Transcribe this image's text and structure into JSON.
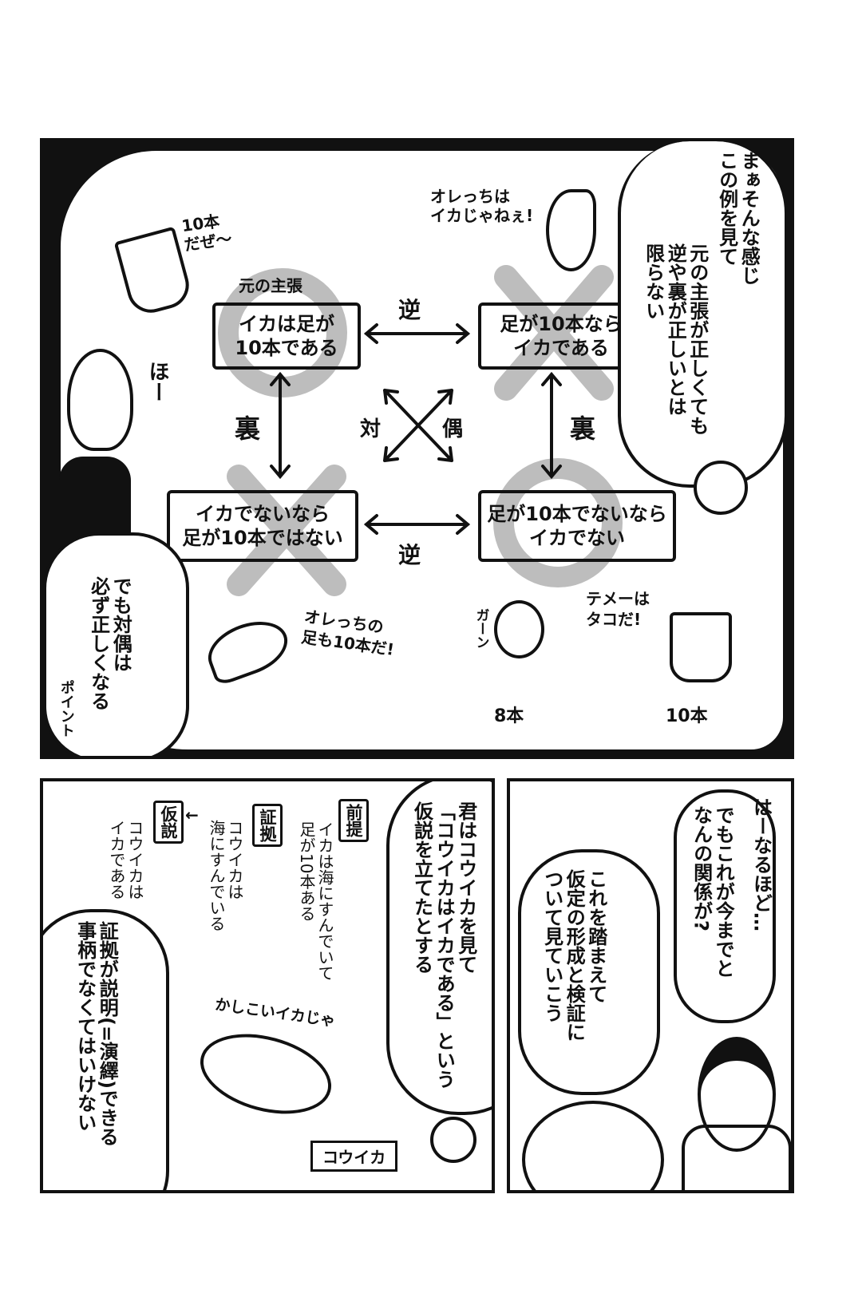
{
  "top_panel": {
    "narration_1": "まぁそんな感じ\nこの例を見て",
    "narration_2": "元の主張が正しくても\n逆や裏が正しいとは\n限らない",
    "original_claim_label": "元の主張",
    "box_original": "イカは足が\n10本である",
    "box_converse": "足が10本なら\nイカである",
    "box_inverse": "イカでないなら\n足が10本ではない",
    "box_contrapositive": "足が10本でないなら\nイカでない",
    "label_converse": "逆",
    "label_inverse": "裏",
    "label_contra_1": "対",
    "label_contra_2": "偶",
    "mark_true": "○",
    "mark_false": "×",
    "squid_speech": "10本\nだぜ〜",
    "shrimp_speech_top": "オレっちは\nイカじゃねぇ!",
    "listener_reaction": "ほー",
    "point_bubble": "でも対偶は\n必ず正しくなる",
    "point_label": "ポイント",
    "shrimp_speech_bottom": "オレっちの\n足も10本だ!",
    "octopus_sfx": "ガーン",
    "squid_speech_bottom": "テメーは\nタコだ!",
    "octopus_legs": "8本",
    "squid_legs": "10本"
  },
  "bottom_left_panel": {
    "speech": "君はコウイカを見て\n「コウイカはイカである」という\n仮説を立てたとする",
    "premise_tag": "前提",
    "premise_text": "イカは海にすんでいて\n足が10本ある",
    "evidence_tag": "証拠",
    "evidence_text": "コウイカは\n海にすんでいる",
    "hypothesis_tag": "仮説",
    "hypothesis_text": "コウイカは\nイカである",
    "arrow": "←",
    "note": "証拠が説明(=演繹)できる\n事柄でなくてはいけない",
    "cuttlefish_speech": "かしこいイカじゃ",
    "cuttlefish_label": "コウイカ"
  },
  "bottom_right_panel": {
    "speech_1": "はーなるほど…",
    "speech_2": "でもこれが今までと\nなんの関係が?",
    "speech_3": "これを踏まえて\n仮定の形成と検証に\nついて見ていこう"
  }
}
